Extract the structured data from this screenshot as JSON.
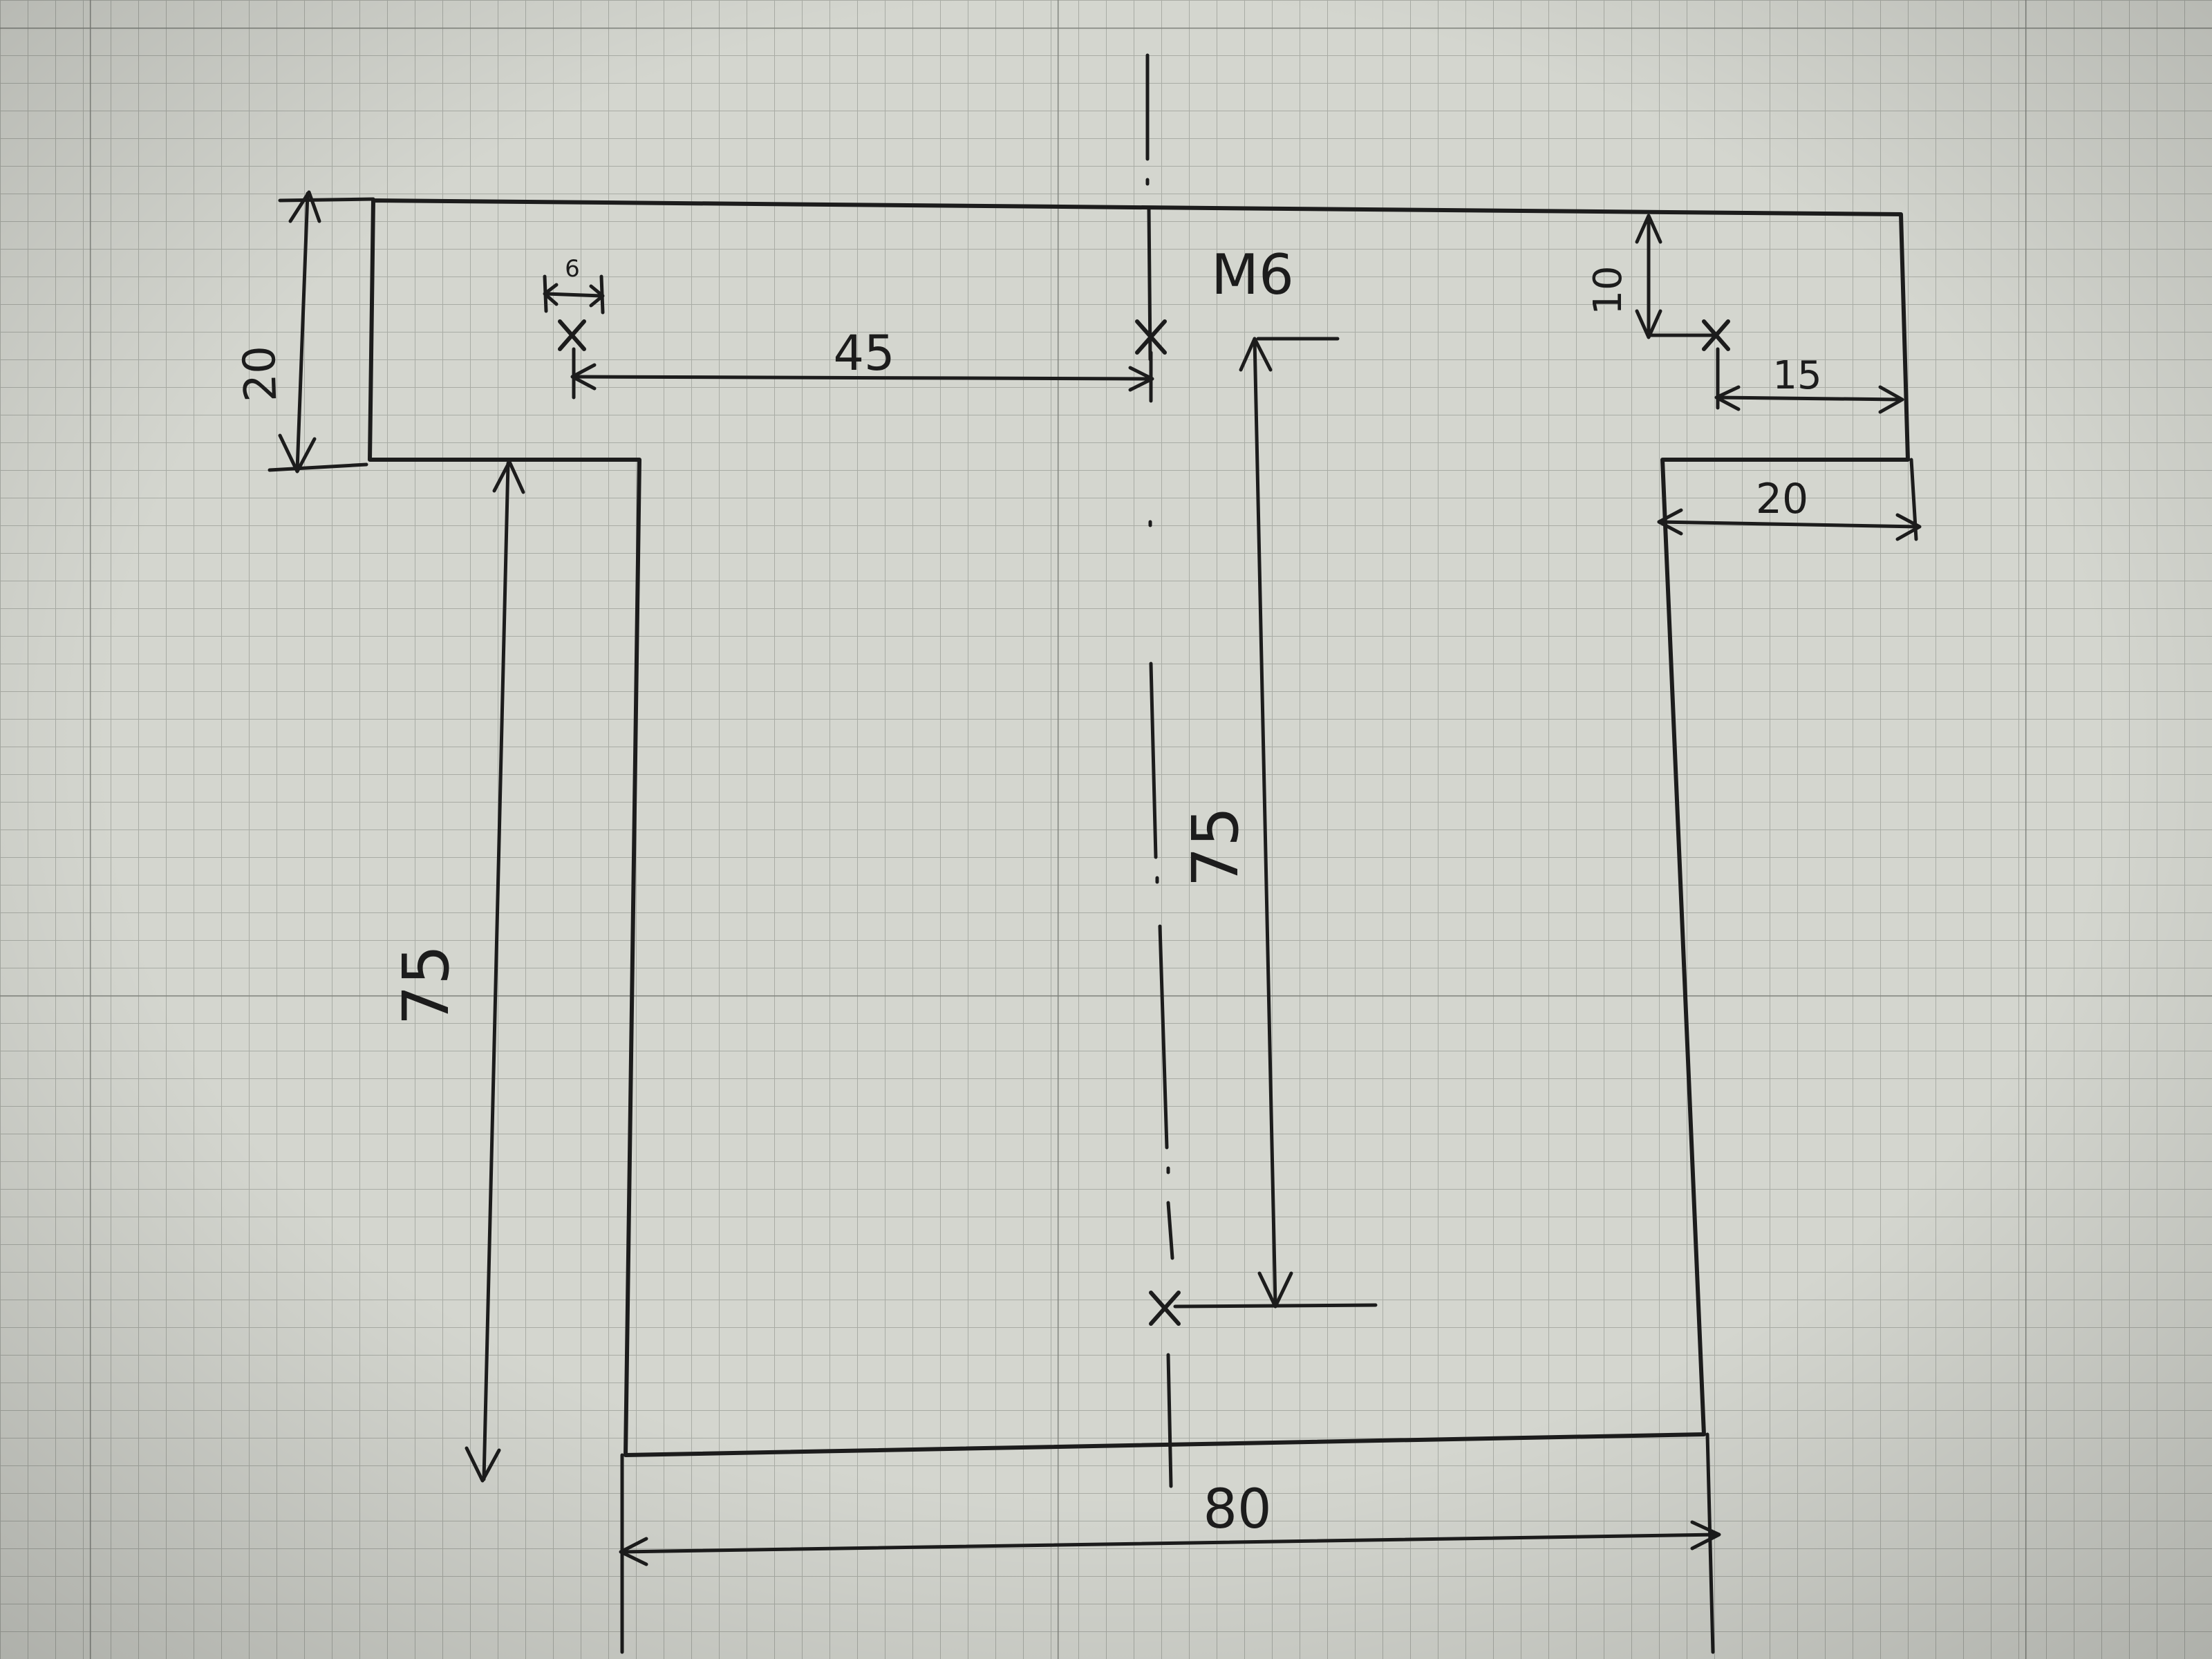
{
  "drawing": {
    "thread_label": "M6",
    "dimensions": {
      "flange_height": "20",
      "hole_diameter": "6",
      "hole_spacing": "45",
      "hole_offset_top": "10",
      "hole_offset_side": "15",
      "flange_overhang": "20",
      "body_height_left": "75",
      "hole_to_hole_vertical": "75",
      "body_width": "80"
    }
  },
  "colors": {
    "paper": "#d4d6cf",
    "grid_minor": "#a9aca5",
    "grid_major": "#7f827c",
    "ink": "#1c1c1c"
  }
}
